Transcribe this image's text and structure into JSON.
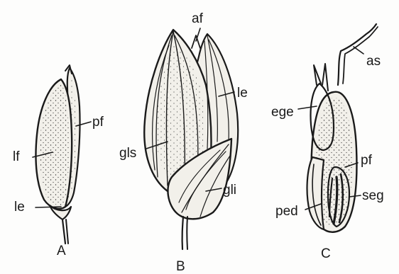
{
  "figure": {
    "panels": [
      {
        "id": "A",
        "label": "A",
        "callouts": [
          "pf",
          "lf",
          "le"
        ]
      },
      {
        "id": "B",
        "label": "B",
        "callouts": [
          "af",
          "le",
          "gls",
          "gli"
        ]
      },
      {
        "id": "C",
        "label": "C",
        "callouts": [
          "as",
          "ege",
          "pf",
          "seg",
          "ped"
        ]
      }
    ],
    "colors": {
      "ink": "#1a1a1a",
      "paper": "#fdfdfc",
      "tissue": "#f2f0ea"
    }
  }
}
